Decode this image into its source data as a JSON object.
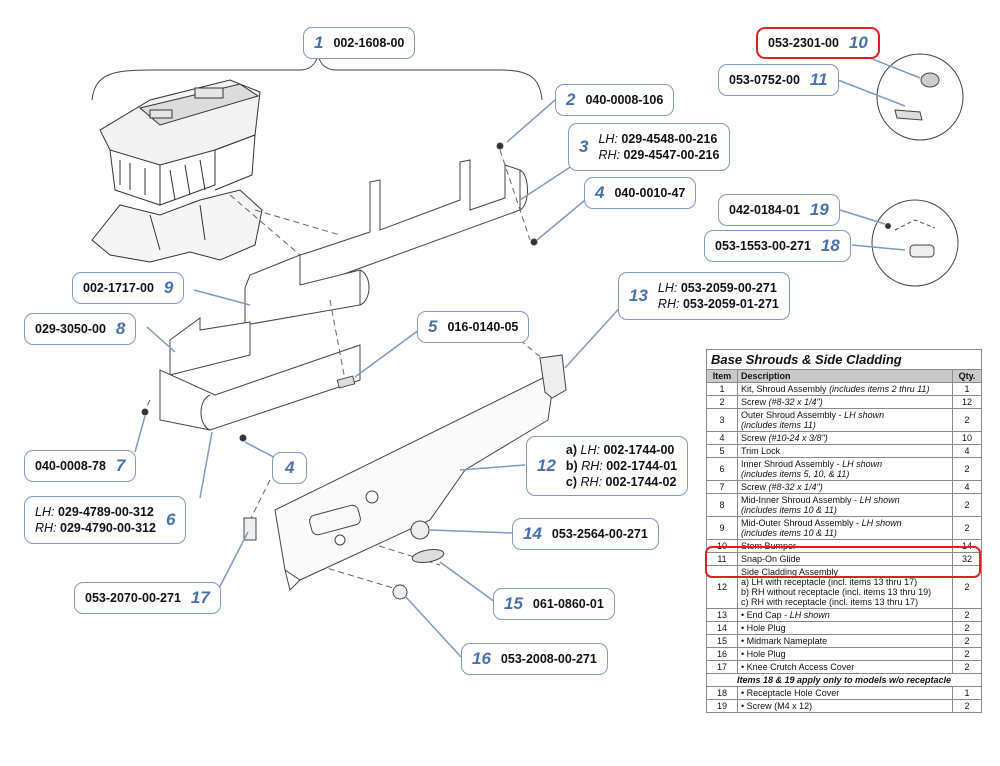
{
  "callouts": {
    "c1": {
      "num": "1",
      "part": "002-1608-00"
    },
    "c2": {
      "num": "2",
      "part": "040-0008-106"
    },
    "c3": {
      "num": "3",
      "lh_label": "LH:",
      "lh": "029-4548-00-216",
      "rh_label": "RH:",
      "rh": "029-4547-00-216"
    },
    "c4a": {
      "num": "4",
      "part": "040-0010-47"
    },
    "c4b": {
      "num": "4"
    },
    "c5": {
      "num": "5",
      "part": "016-0140-05"
    },
    "c6": {
      "num": "6",
      "lh_label": "LH:",
      "lh": "029-4789-00-312",
      "rh_label": "RH:",
      "rh": "029-4790-00-312"
    },
    "c7": {
      "num": "7",
      "part": "040-0008-78"
    },
    "c8": {
      "num": "8",
      "part": "029-3050-00"
    },
    "c9": {
      "num": "9",
      "part": "002-1717-00"
    },
    "c10": {
      "num": "10",
      "part": "053-2301-00"
    },
    "c11": {
      "num": "11",
      "part": "053-0752-00"
    },
    "c12": {
      "num": "12",
      "a": "a)",
      "a_label": "LH:",
      "a_part": "002-1744-00",
      "b": "b)",
      "b_label": "RH:",
      "b_part": "002-1744-01",
      "c": "c)",
      "c_label": "RH:",
      "c_part": "002-1744-02"
    },
    "c13": {
      "num": "13",
      "lh_label": "LH:",
      "lh": "053-2059-00-271",
      "rh_label": "RH:",
      "rh": "053-2059-01-271"
    },
    "c14": {
      "num": "14",
      "part": "053-2564-00-271"
    },
    "c15": {
      "num": "15",
      "part": "061-0860-01"
    },
    "c16": {
      "num": "16",
      "part": "053-2008-00-271"
    },
    "c17": {
      "num": "17",
      "part": "053-2070-00-271"
    },
    "c18": {
      "num": "18",
      "part": "053-1553-00-271"
    },
    "c19": {
      "num": "19",
      "part": "042-0184-01"
    }
  },
  "table": {
    "title": "Base Shrouds & Side Cladding",
    "headers": {
      "item": "Item",
      "description": "Description",
      "qty": "Qty."
    },
    "rows": [
      {
        "item": "1",
        "desc": "Kit, Shroud Assembly",
        "note": "(includes items 2 thru 11)",
        "qty": "1"
      },
      {
        "item": "2",
        "desc": "Screw",
        "note": "(#8-32 x 1/4\")",
        "qty": "12"
      },
      {
        "item": "3",
        "desc": "Outer Shroud Assembly -",
        "note": "LH shown",
        "desc2": "(includes items 11)",
        "qty": "2"
      },
      {
        "item": "4",
        "desc": "Screw",
        "note": "(#10-24 x 3/8\")",
        "qty": "10"
      },
      {
        "item": "5",
        "desc": "Trim Lock",
        "note": "",
        "qty": "4"
      },
      {
        "item": "6",
        "desc": "Inner Shroud Assembly -",
        "note": "LH shown",
        "desc2": "(includes items 5, 10, & 11)",
        "qty": "2"
      },
      {
        "item": "7",
        "desc": "Screw",
        "note": "(#8-32 x 1/4\")",
        "qty": "4"
      },
      {
        "item": "8",
        "desc": "Mid-Inner Shroud Assembly -",
        "note": "LH shown",
        "desc2": "(includes items 10 & 11)",
        "qty": "2"
      },
      {
        "item": "9",
        "desc": "Mid-Outer Shroud Assembly -",
        "note": "LH shown",
        "desc2": "(includes items 10 & 11)",
        "qty": "2"
      },
      {
        "item": "10",
        "desc": "Stem Bumper",
        "note": "",
        "qty": "14"
      },
      {
        "item": "11",
        "desc": "Snap-On Glide",
        "note": "",
        "qty": "32"
      },
      {
        "item": "12",
        "desc": "Side Cladding Assembly",
        "lines": [
          "a) LH with receptacle (incl. items 13 thru 17)",
          "b) RH without receptacle (incl. items 13 thru 19)",
          "c) RH with receptacle (incl. items 13 thru 17)"
        ],
        "qty": "2"
      },
      {
        "item": "13",
        "desc": "• End Cap -",
        "note": "LH shown",
        "qty": "2"
      },
      {
        "item": "14",
        "desc": "• Hole Plug",
        "note": "",
        "qty": "2"
      },
      {
        "item": "15",
        "desc": "• Midmark Nameplate",
        "note": "",
        "qty": "2"
      },
      {
        "item": "16",
        "desc": "• Hole Plug",
        "note": "",
        "qty": "2"
      },
      {
        "item": "17",
        "desc": "• Knee Crutch Access Cover",
        "note": "",
        "qty": "2"
      }
    ],
    "separator": "Items 18 & 19 apply only to models w/o receptacle",
    "rows2": [
      {
        "item": "18",
        "desc": "• Receptacle Hole Cover",
        "qty": "1"
      },
      {
        "item": "19",
        "desc": "• Screw (M4 x 12)",
        "qty": "2"
      }
    ]
  }
}
